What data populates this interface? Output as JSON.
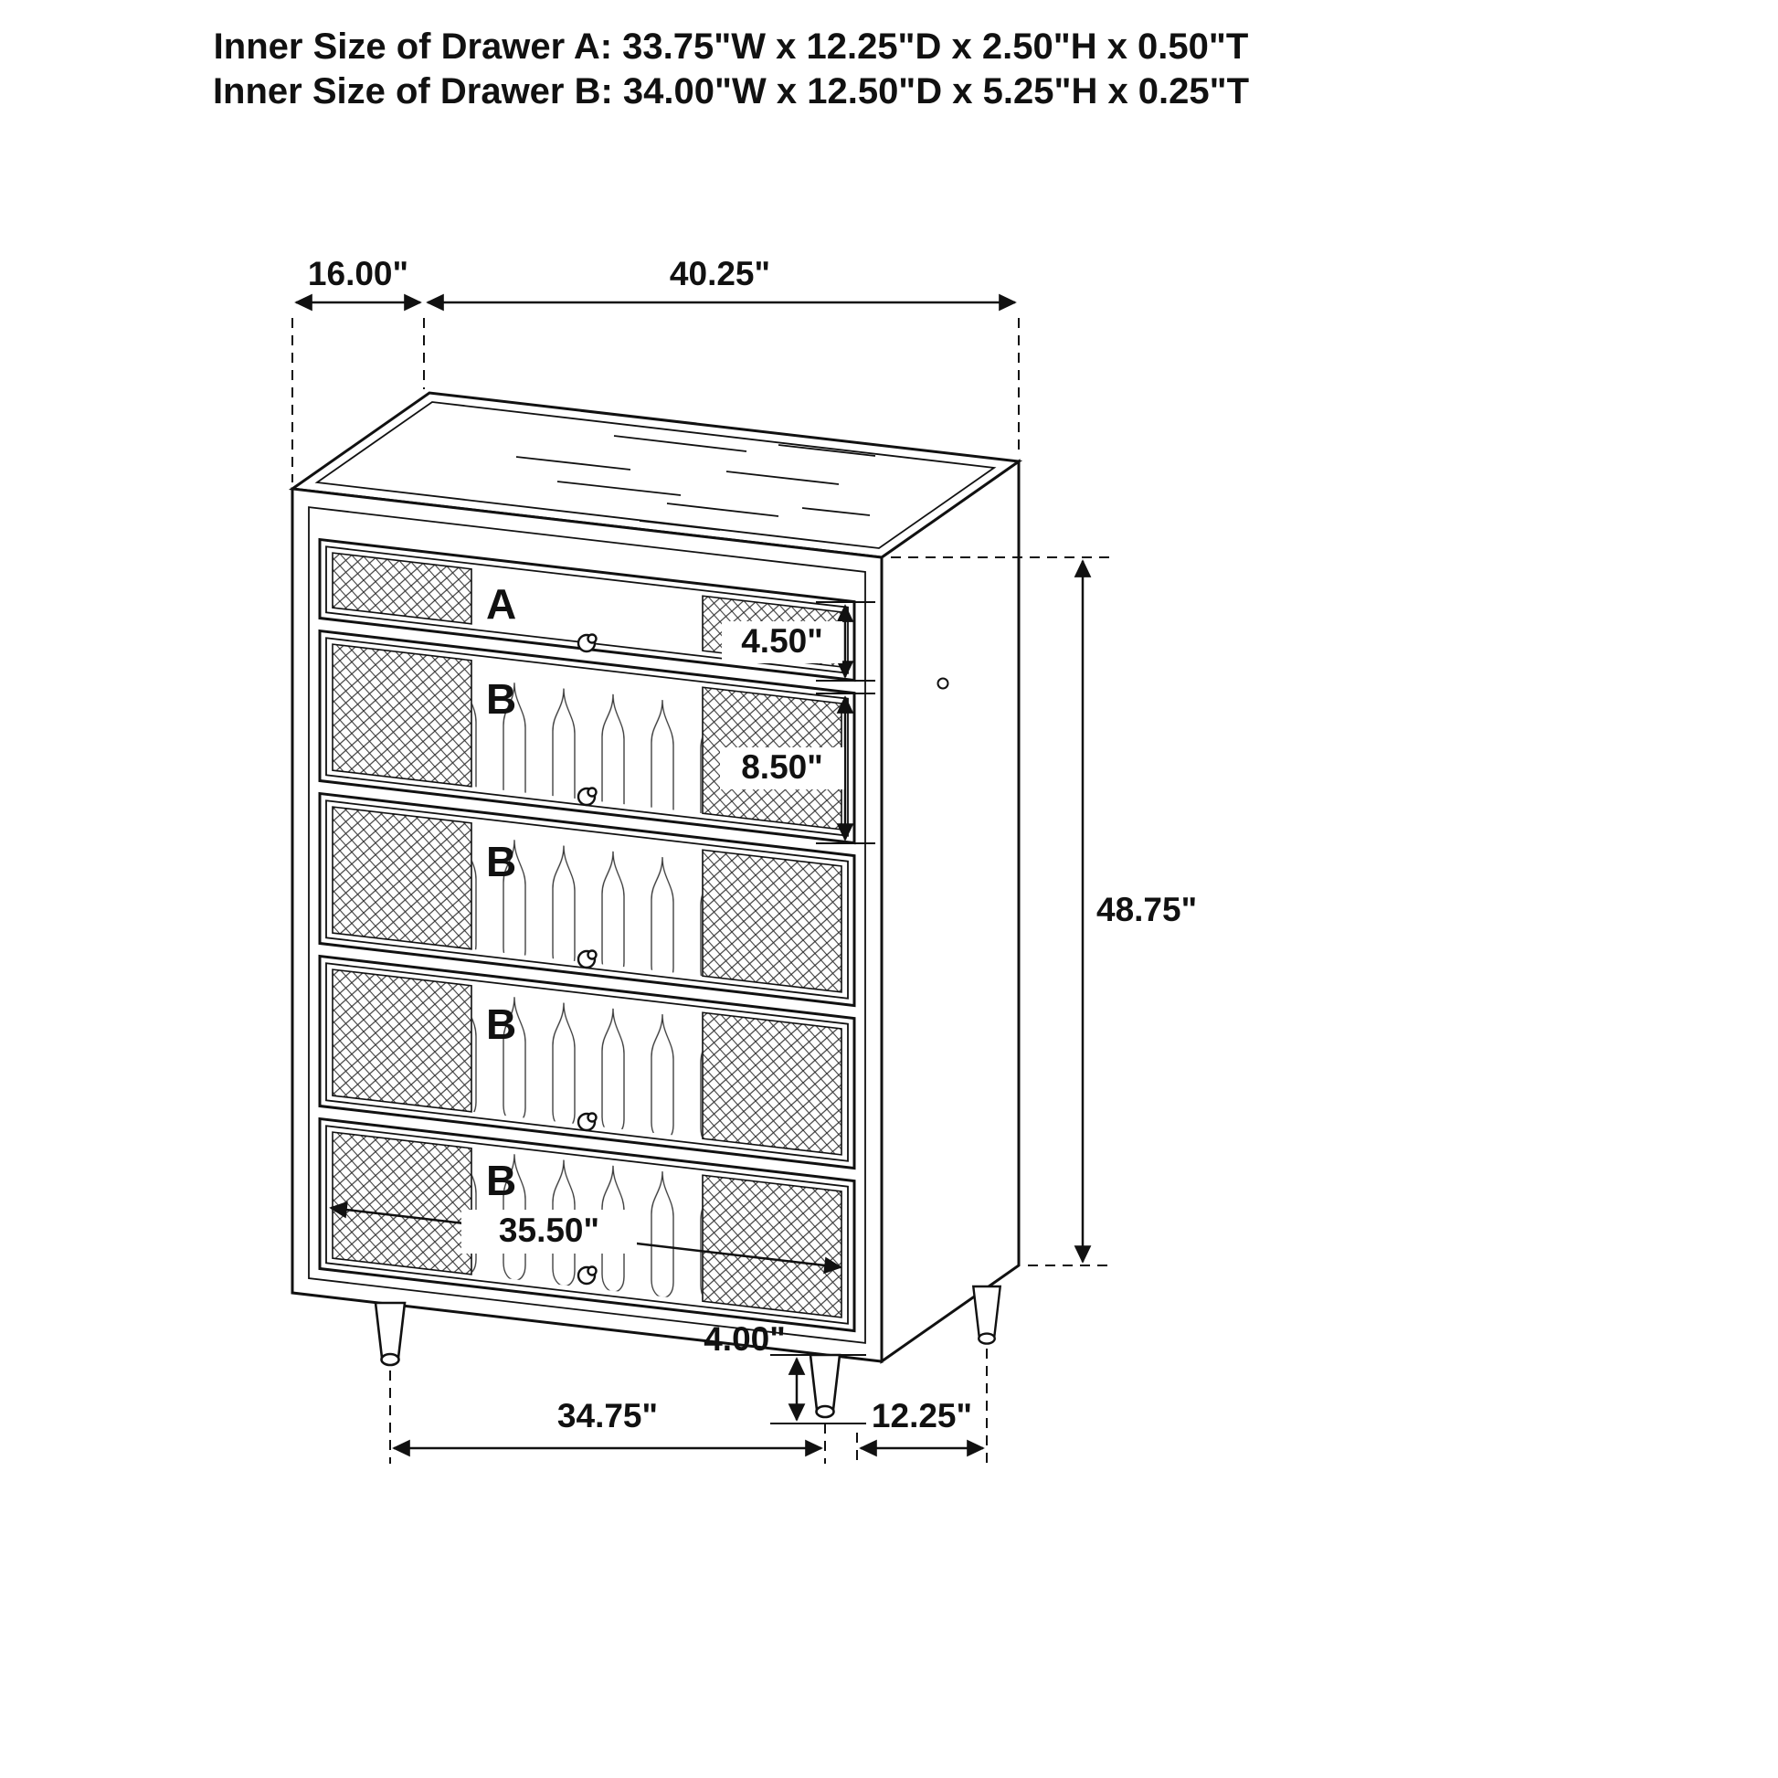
{
  "title": {
    "line1": "Inner Size of Drawer A: 33.75\"W x 12.25\"D x 2.50\"H x 0.50\"T",
    "line2": "Inner Size of Drawer B: 34.00\"W x 12.50\"D x 5.25\"H x 0.25\"T"
  },
  "dims": {
    "depth_top": "16.00\"",
    "width_top": "40.25\"",
    "height_right": "48.75\"",
    "drawer_a_height": "4.50\"",
    "drawer_b_height": "8.50\"",
    "inner_width": "35.50\"",
    "leg_height": "4.00\"",
    "span_front": "34.75\"",
    "span_side": "12.25\""
  },
  "drawers": {
    "a_label": "A",
    "b_label": "B"
  },
  "colors": {
    "line": "#111111",
    "red": "#e8192c",
    "background": "#ffffff"
  }
}
